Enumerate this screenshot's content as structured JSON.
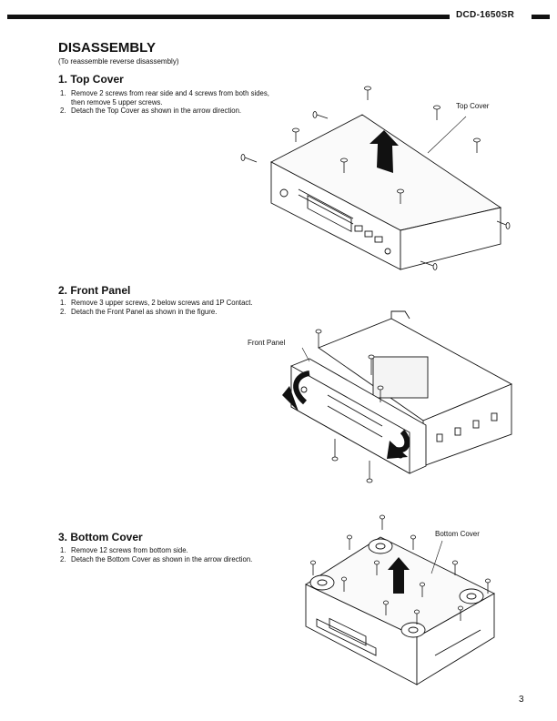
{
  "header": {
    "model": "DCD-1650SR"
  },
  "title": "DISASSEMBLY",
  "subtitle": "(To reassemble reverse disassembly)",
  "sections": [
    {
      "title": "1. Top Cover",
      "steps": [
        {
          "num": "1.",
          "text": "Remove 2 screws from rear side and 4 screws from both sides,",
          "cont": "then remove 5 upper screws."
        },
        {
          "num": "2.",
          "text": "Detach the Top Cover as shown in the arrow direction."
        }
      ],
      "figure_label": "Top Cover"
    },
    {
      "title": "2. Front Panel",
      "steps": [
        {
          "num": "1.",
          "text": "Remove 3 upper screws, 2 below screws and 1P Contact."
        },
        {
          "num": "2.",
          "text": "Detach the Front Panel as shown in the figure."
        }
      ],
      "figure_label": "Front Panel"
    },
    {
      "title": "3. Bottom Cover",
      "steps": [
        {
          "num": "1.",
          "text": "Remove 12 screws from bottom side."
        },
        {
          "num": "2.",
          "text": "Detach the Bottom Cover as shown in the arrow direction."
        }
      ],
      "figure_label": "Bottom Cover"
    }
  ],
  "page_number": "3"
}
